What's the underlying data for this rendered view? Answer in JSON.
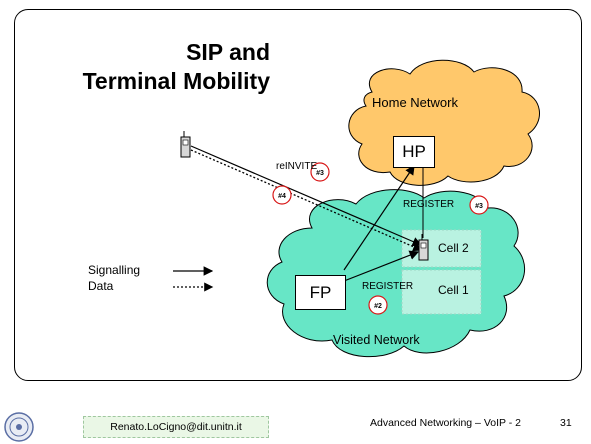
{
  "slide": {
    "title_line1": "SIP and",
    "title_line2": "Terminal Mobility"
  },
  "diagram": {
    "home_network": "Home Network",
    "visited_network": "Visited Network",
    "hp": "HP",
    "fp": "FP",
    "cell2": "Cell 2",
    "cell1": "Cell 1",
    "reinvite": "reINVITE",
    "register_upper": "REGISTER",
    "register_lower": "REGISTER",
    "badge_reinvite": "#3",
    "badge_data": "#4",
    "badge_register_upper": "#3",
    "badge_register_lower": "#2"
  },
  "legend": {
    "signalling": "Signalling",
    "data": "Data"
  },
  "footer": {
    "email": "Renato.LoCigno@dit.unitn.it",
    "course": "Advanced Networking – VoIP - 2",
    "page_number": "31"
  },
  "colors": {
    "cloud_fill": "#ffc86b",
    "visited_fill": "#67e6c6",
    "cell_fill": "#b9f2e1",
    "badge_stroke": "#d81818"
  }
}
